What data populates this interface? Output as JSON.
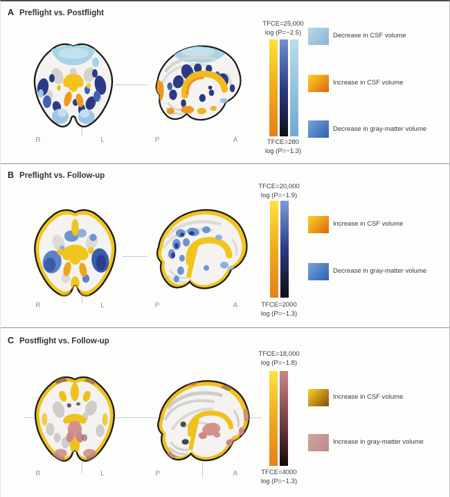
{
  "panels": [
    {
      "letter": "A",
      "title": "Preflight vs. Postflight",
      "orientation": {
        "coronal_left": "R",
        "coronal_right": "L",
        "sagittal_left": "P",
        "sagittal_right": "A"
      },
      "colorbar": {
        "top_line1": "TFCE=25,000",
        "top_line2": "log (P=−2.5)",
        "bottom_line1": "TFCE=280",
        "bottom_line2": "log (P=−1.3)",
        "bars": [
          {
            "name": "increase-csf-scale",
            "stops": [
              "#fbe33e",
              "#f2a91d",
              "#e5811c"
            ]
          },
          {
            "name": "decrease-gray-matter-scale",
            "stops": [
              "#7092d3",
              "#2c3a86",
              "#101018"
            ]
          },
          {
            "name": "decrease-csf-scale",
            "stops": [
              "#bbdcec",
              "#95c3de",
              "#72a9d1"
            ]
          }
        ]
      },
      "legend": [
        {
          "label": "Decrease in CSF volume",
          "stops": [
            "#b7d6e8",
            "#8ab7d4"
          ]
        },
        {
          "label": "Increase in CSF volume",
          "stops": [
            "#f9d520",
            "#df6313"
          ]
        },
        {
          "label": "Decrease in gray-matter volume",
          "stops": [
            "#77a4da",
            "#2c61b4"
          ]
        }
      ]
    },
    {
      "letter": "B",
      "title": "Preflight vs. Follow-up",
      "orientation": {
        "coronal_left": "R",
        "coronal_right": "L",
        "sagittal_left": "P",
        "sagittal_right": "A"
      },
      "colorbar": {
        "top_line1": "TFCE=20,000",
        "top_line2": "log (P=−1.9)",
        "bottom_line1": "TFCE=2000",
        "bottom_line2": "log (P=−1.3)",
        "bars": [
          {
            "name": "increase-csf-scale",
            "stops": [
              "#fbe33e",
              "#f2a91d",
              "#e5811c"
            ]
          },
          {
            "name": "decrease-gray-matter-scale",
            "stops": [
              "#7b9cd8",
              "#2b3a85",
              "#0e0e14"
            ]
          }
        ]
      },
      "legend": [
        {
          "label": "Increase in CSF volume",
          "stops": [
            "#f9d520",
            "#df6313"
          ]
        },
        {
          "label": "Decrease in gray-matter volume",
          "stops": [
            "#77a4da",
            "#2c61b4"
          ]
        }
      ]
    },
    {
      "letter": "C",
      "title": "Postflight vs. Follow-up",
      "orientation": {
        "coronal_left": "R",
        "coronal_right": "L",
        "sagittal_left": "P",
        "sagittal_right": "A"
      },
      "colorbar": {
        "top_line1": "TFCE=18,000",
        "top_line2": "log (P=−1.8)",
        "bottom_line1": "TFCE=4000",
        "bottom_line2": "log (P=−1.3)",
        "bars": [
          {
            "name": "increase-csf-scale",
            "stops": [
              "#fbe33e",
              "#f2a91d",
              "#e5811c"
            ]
          },
          {
            "name": "increase-gray-matter-scale",
            "stops": [
              "#c9878b",
              "#7c4148",
              "#14090c"
            ]
          }
        ]
      },
      "legend": [
        {
          "label": "Increase in CSF volume",
          "stops": [
            "#f9d520",
            "#8a4a10"
          ]
        },
        {
          "label": "Increase in gray-matter volume",
          "stops": [
            "#cfa5a0",
            "#bb8a85"
          ]
        }
      ]
    }
  ]
}
